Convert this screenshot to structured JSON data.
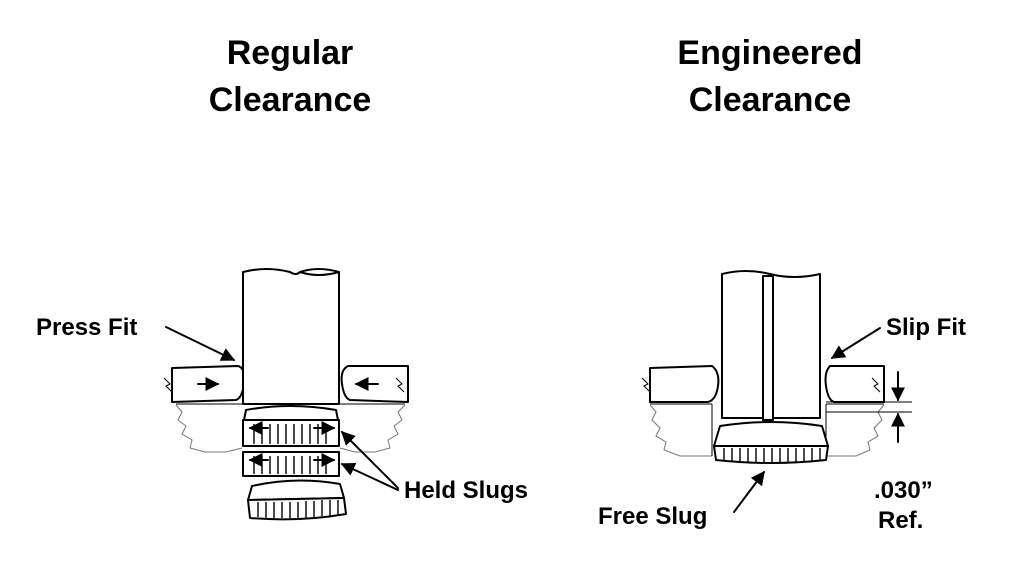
{
  "left_panel": {
    "title_line1": "Regular",
    "title_line2": "Clearance",
    "label_press_fit": "Press Fit",
    "label_held_slugs": "Held Slugs"
  },
  "right_panel": {
    "title_line1": "Engineered",
    "title_line2": "Clearance",
    "label_slip_fit": "Slip Fit",
    "label_free_slug": "Free Slug",
    "label_dimension": ".030”",
    "label_ref": "Ref."
  }
}
